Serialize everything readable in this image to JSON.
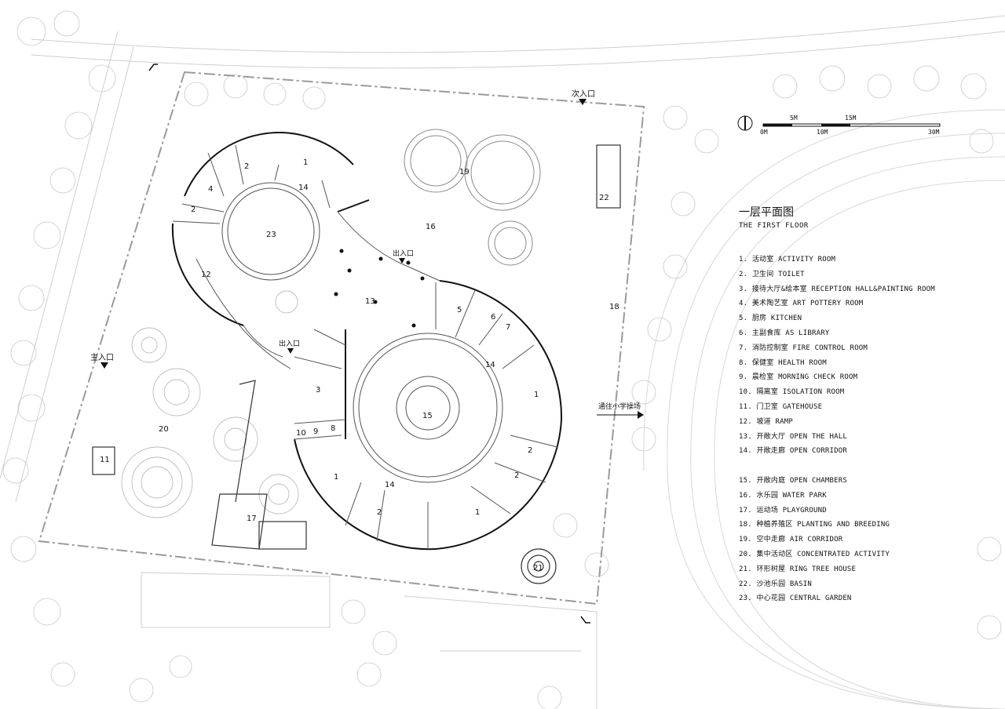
{
  "legend": {
    "title": "一层平面图",
    "subtitle": "THE FIRST FLOOR",
    "items": [
      "1.  活动室  ACTIVITY ROOM",
      "2.  卫生间  TOILET",
      "3.  接待大厅&绘本室  RECEPTION HALL&PAINTING ROOM",
      "4.  美术陶艺室  ART POTTERY ROOM",
      "5.  厨房  KITCHEN",
      "6.  主副食库  AS LIBRARY",
      "7.  消防控制室  FIRE CONTROL ROOM",
      "8.  保健室  HEALTH ROOM",
      "9.  晨检室  MORNING CHECK ROOM",
      "10. 隔离室  ISOLATION ROOM",
      "11. 门卫室  GATEHOUSE",
      "12. 坡道  RAMP",
      "13. 开敞大厅  OPEN THE HALL",
      "14. 开敞走廊  OPEN CORRIDOR",
      "15. 开敞内庭  OPEN CHAMBERS",
      "16. 水乐园  WATER PARK",
      "17. 运动场  PLAYGROUND",
      "18. 种植养殖区  PLANTING AND BREEDING",
      "19. 空中走廊  AIR CORRIDOR",
      "20. 集中活动区 CONCENTRATED ACTIVITY",
      "21. 环形树屋  RING TREE HOUSE",
      "22. 沙池乐园  BASIN",
      "23. 中心花园 CENTRAL GARDEN"
    ]
  },
  "scale": {
    "m5": "5M",
    "m15": "15M",
    "m0": "0M",
    "m10": "10M",
    "m30": "30M"
  },
  "entrances": {
    "secondary": "次入口",
    "main": "主入口",
    "exit_top": "出入口",
    "exit_mid": "出入口",
    "school": "通往小学操场"
  },
  "numbers": {
    "n1a": "1",
    "n1b": "1",
    "n1c": "1",
    "n1d": "1",
    "n2a": "2",
    "n2b": "2",
    "n2c": "2",
    "n2d": "2",
    "n2e": "2",
    "n3": "3",
    "n4": "4",
    "n5": "5",
    "n6": "6",
    "n7": "7",
    "n8": "8",
    "n9": "9",
    "n10": "10",
    "n11": "11",
    "n12": "12",
    "n13": "13",
    "n14a": "14",
    "n14b": "14",
    "n14c": "14",
    "n15": "15",
    "n16": "16",
    "n17": "17",
    "n18": "18",
    "n19": "19",
    "n20": "20",
    "n21": "21",
    "n22": "22",
    "n23": "23"
  }
}
